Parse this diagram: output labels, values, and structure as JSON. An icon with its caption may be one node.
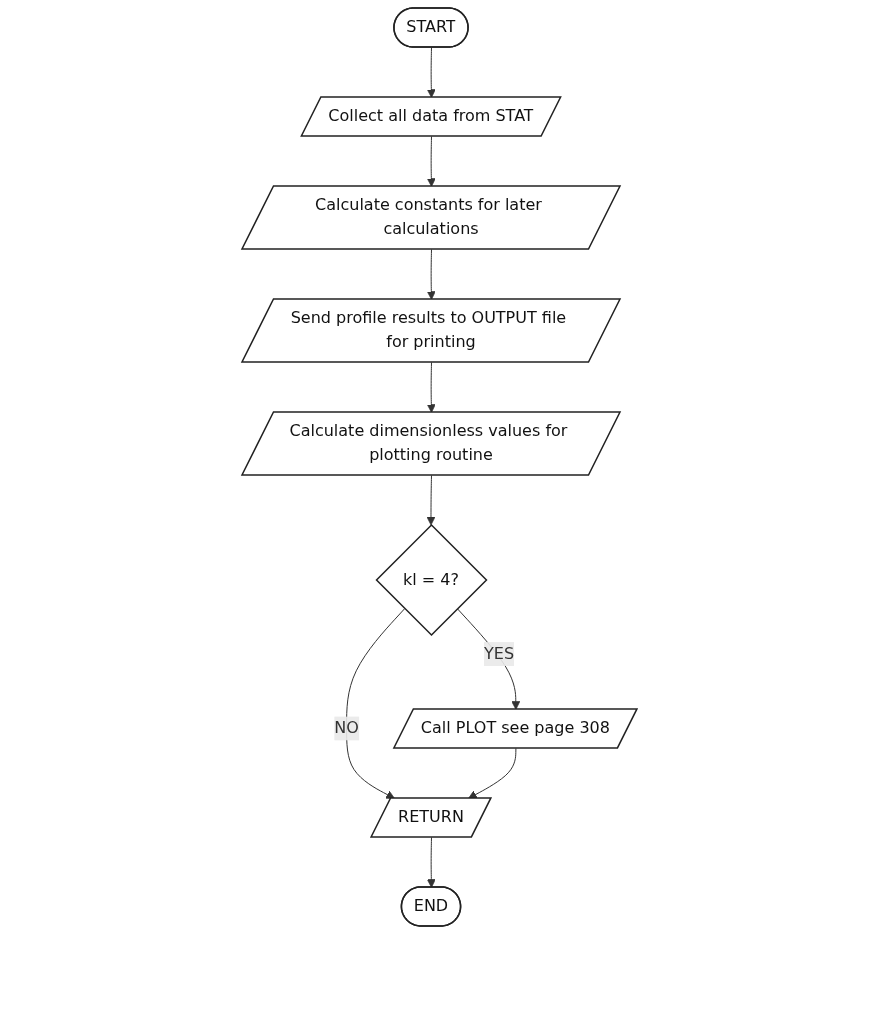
{
  "diagram": {
    "nodes": [
      {
        "text": [
          "START"
        ]
      },
      {
        "text": [
          "Collect all data from STAT"
        ]
      },
      {
        "text": [
          "Calculate constants for later calculations"
        ]
      },
      {
        "text": [
          "Send profile results to OUTPUT file for printing"
        ]
      },
      {
        "text": [
          "Calculate dimensionless values for plotting routine"
        ]
      },
      {
        "text": [
          "kl = 4?"
        ]
      },
      {
        "text": [
          "Call PLOT see page 308"
        ]
      },
      {
        "text": [
          "RETURN"
        ]
      },
      {
        "text": [
          "END"
        ]
      }
    ],
    "edges": [
      {
        "from": 0,
        "to": 1,
        "arrow": "to"
      },
      {
        "from": 1,
        "to": 2,
        "arrow": "to"
      },
      {
        "from": 2,
        "to": 3,
        "arrow": "to"
      },
      {
        "from": 3,
        "to": 4,
        "arrow": "to"
      },
      {
        "from": 4,
        "to": 5,
        "arrow": "to"
      },
      {
        "from": 5,
        "to": 6,
        "label": "YES",
        "arrow": "to"
      },
      {
        "from": 5,
        "to": 7,
        "label": "NO",
        "arrow": "to"
      },
      {
        "from": 6,
        "to": 7,
        "arrow": "to"
      },
      {
        "from": 7,
        "to": 8,
        "arrow": "to"
      }
    ]
  }
}
